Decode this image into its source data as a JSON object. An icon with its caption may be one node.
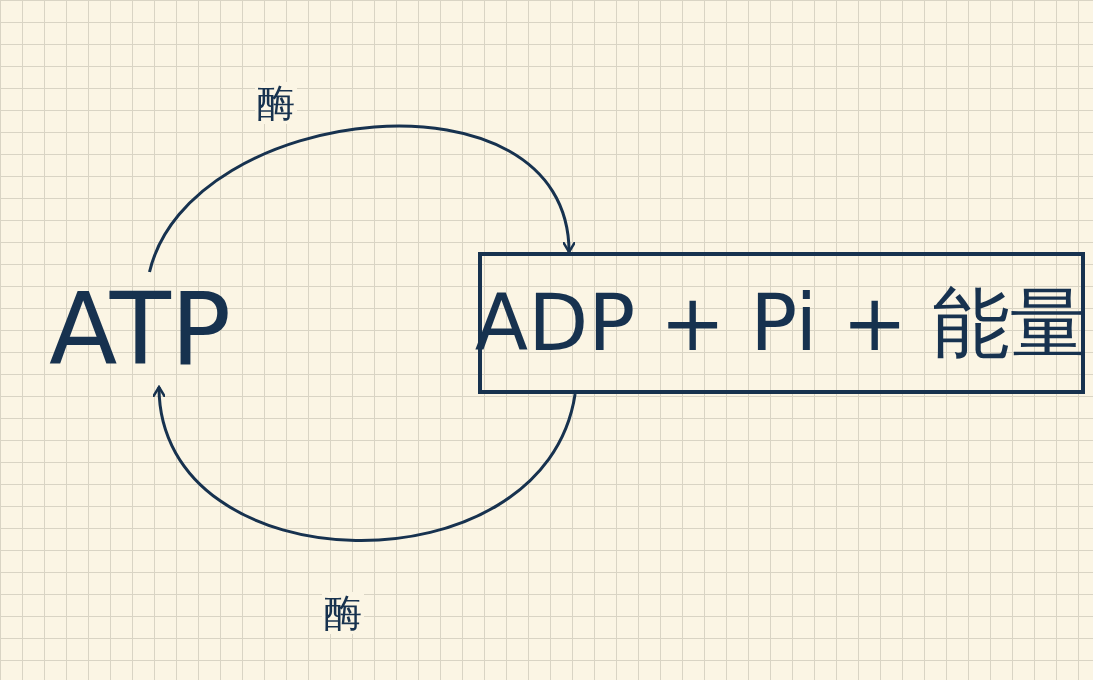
{
  "diagram": {
    "nodes": [
      {
        "text": [
          "ATP"
        ]
      },
      {
        "text": [
          "ADP + Pi + 能量"
        ]
      }
    ],
    "edges": [
      {
        "from": 0,
        "to": 1,
        "arrow": "to",
        "label": "酶"
      },
      {
        "from": 1,
        "to": 0,
        "arrow": "to",
        "label": "酶"
      }
    ]
  }
}
